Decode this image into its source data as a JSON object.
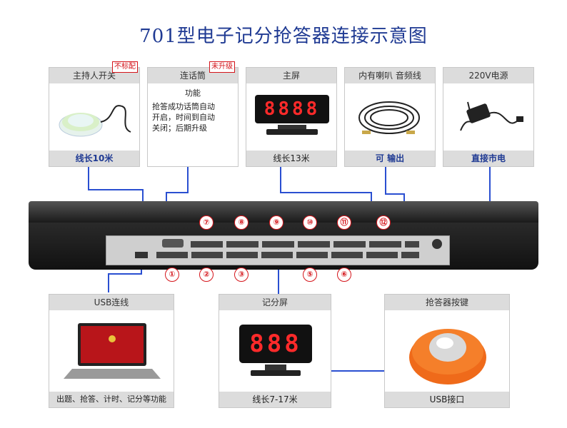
{
  "title": "701型电子记分抢答器连接示意图",
  "cards": {
    "host": {
      "header": "主持人开关",
      "badge": "不标配",
      "footer": "线长10米"
    },
    "mic": {
      "header": "连话筒",
      "badge": "未升级",
      "func_title": "功能",
      "func_lines": [
        "抢答成功话筒自动",
        "开启，时间到自动",
        "关闭；后期升级"
      ]
    },
    "main_screen": {
      "header": "主屏",
      "display": "8888",
      "footer": "线长13米"
    },
    "speaker": {
      "header": "内有喇叭 音频线",
      "footer": "可 输出"
    },
    "power": {
      "header": "220V电源",
      "footer": "直接市电"
    },
    "usb": {
      "header": "USB连线",
      "footer": "出题、抢答、计时、记分等功能"
    },
    "score_screen": {
      "header": "记分屏",
      "display": "888",
      "footer": "线长7-17米"
    },
    "buzzer": {
      "header": "抢答器按键",
      "footer": "USB接口"
    }
  },
  "ports_top": [
    "⑦",
    "⑧",
    "⑨",
    "⑩",
    "⑪",
    "⑫"
  ],
  "ports_bottom": [
    "①",
    "②",
    "③",
    "⑤",
    "⑥"
  ],
  "colors": {
    "accent": "#1f3a93",
    "badge": "#d4141a",
    "led": "#ff2a2a",
    "line": "#2a4fd1"
  }
}
